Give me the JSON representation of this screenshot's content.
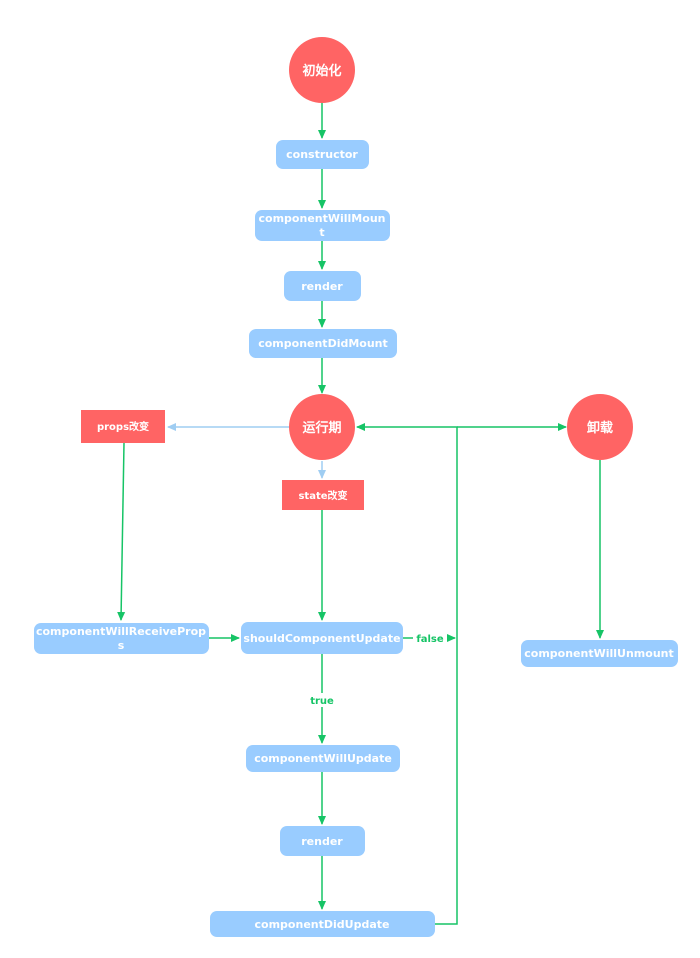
{
  "colors": {
    "state_fill": "#ff6464",
    "method_fill": "#99ccff",
    "arrow_green": "#16c466",
    "arrow_blue": "#9fcdf2",
    "text": "#ffffff"
  },
  "nodes": {
    "init": "初始化",
    "constructor": "constructor",
    "will_mount_1": "componentWillMoun",
    "will_mount_2": "t",
    "render_1": "render",
    "did_mount": "componentDidMount",
    "running": "运行期",
    "unload": "卸载",
    "props_changed": "props改变",
    "state_changed": "state改变",
    "will_receive_1": "componentWillReceiveProp",
    "will_receive_2": "s",
    "should_update": "shouldComponentUpdate",
    "will_unmount": "componentWillUnmount",
    "will_update": "componentWillUpdate",
    "render_2": "render",
    "did_update": "componentDidUpdate"
  },
  "edges": {
    "false_label": "false",
    "true_label": "true"
  }
}
